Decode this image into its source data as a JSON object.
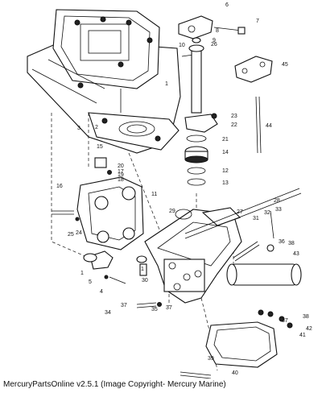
{
  "caption": "MercuryPartsOnline v2.5.1 (Image Copyright- Mercury Marine)",
  "callouts": [
    "1",
    "2",
    "3",
    "4",
    "5",
    "6",
    "7",
    "8",
    "9",
    "10",
    "11",
    "12",
    "13",
    "14",
    "15",
    "16",
    "17",
    "18",
    "19",
    "20",
    "21",
    "22",
    "23",
    "24",
    "25",
    "26",
    "27",
    "28",
    "29",
    "30",
    "31",
    "32",
    "33",
    "34",
    "35",
    "36",
    "37",
    "37",
    "37",
    "38",
    "38",
    "39",
    "40",
    "41",
    "42",
    "43",
    "44",
    "45",
    "1",
    "1"
  ]
}
